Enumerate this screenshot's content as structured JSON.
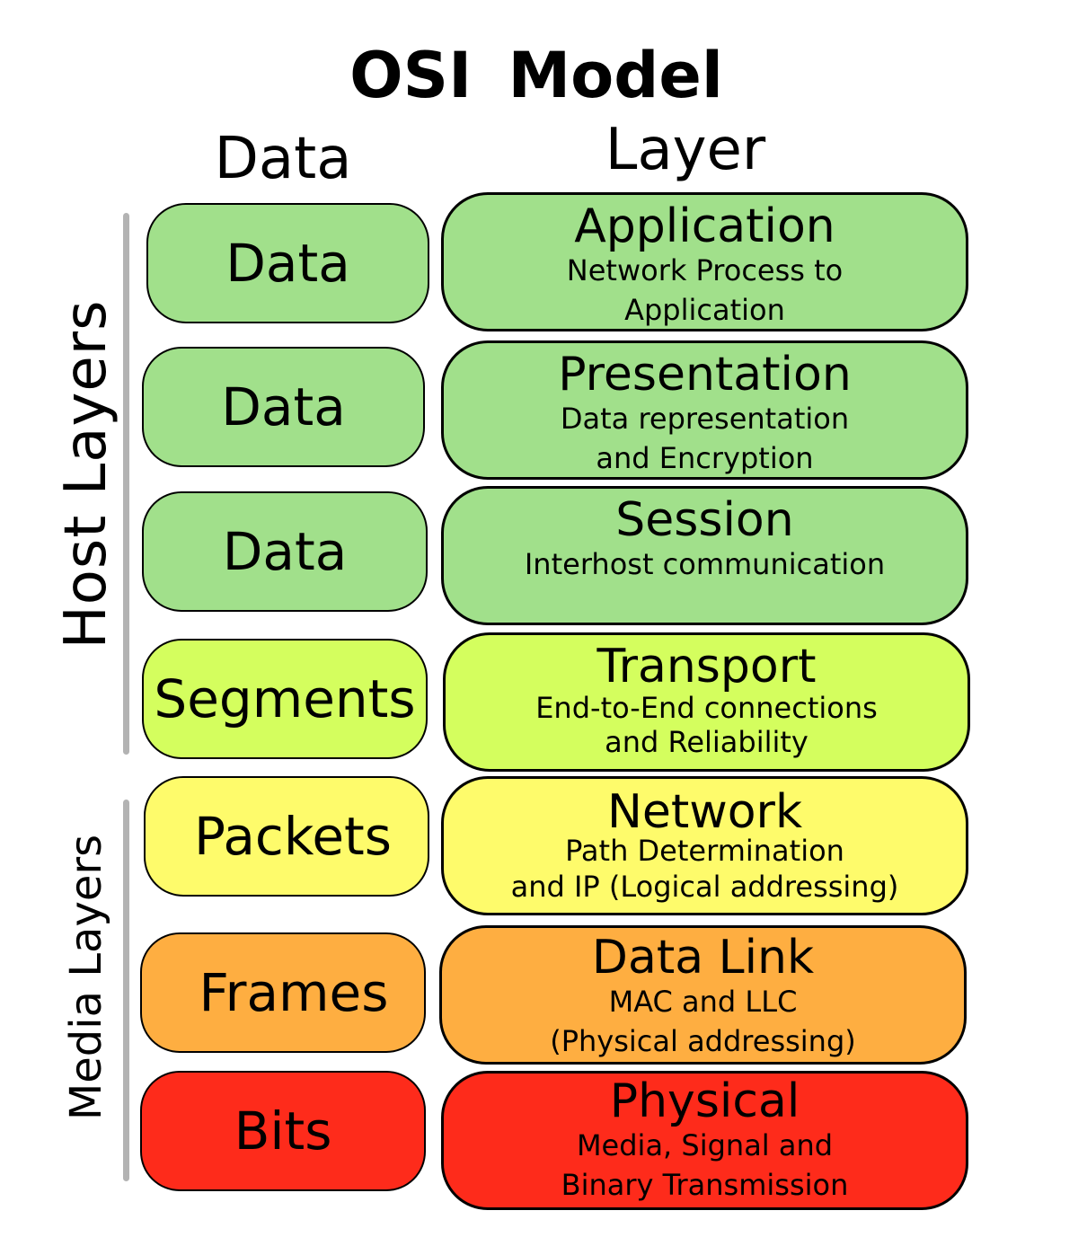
{
  "title": "OSI  Model",
  "headers": {
    "data": "Data",
    "layer": "Layer"
  },
  "groups": {
    "host": "Host Layers",
    "media": "Media Layers"
  },
  "colors": {
    "green": "#a1e08b",
    "yellow_green": "#d4fe5e",
    "yellow": "#fefb6b",
    "orange": "#feae41",
    "red": "#fe2b1b",
    "outline": "#000000",
    "group_bar": "#b3b3b3"
  },
  "rows": [
    {
      "data": "Data",
      "layer": "Application",
      "desc1": "Network Process to",
      "desc2": "Application"
    },
    {
      "data": "Data",
      "layer": "Presentation",
      "desc1": "Data representation",
      "desc2": "and Encryption"
    },
    {
      "data": "Data",
      "layer": "Session",
      "desc1": "Interhost communication",
      "desc2": ""
    },
    {
      "data": "Segments",
      "layer": "Transport",
      "desc1": "End-to-End connections",
      "desc2": "and Reliability"
    },
    {
      "data": "Packets",
      "layer": "Network",
      "desc1": "Path Determination",
      "desc2": "and IP (Logical addressing)"
    },
    {
      "data": "Frames",
      "layer": "Data Link",
      "desc1": "MAC and LLC",
      "desc2": "(Physical addressing)"
    },
    {
      "data": "Bits",
      "layer": "Physical",
      "desc1": "Media, Signal and",
      "desc2": "Binary Transmission"
    }
  ]
}
